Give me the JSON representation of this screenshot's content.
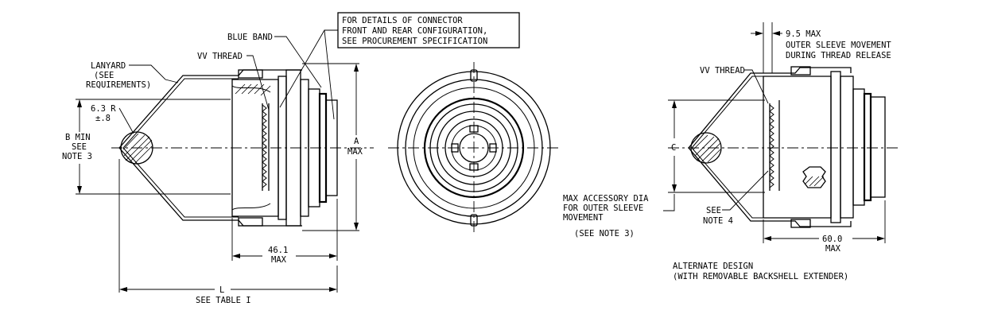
{
  "labels": {
    "blue_band": "BLUE BAND",
    "details_line1": "FOR DETAILS OF CONNECTOR",
    "details_line2": "FRONT AND REAR CONFIGURATION,",
    "details_line3": "SEE PROCUREMENT SPECIFICATION",
    "vv_thread_left": "VV THREAD",
    "lanyard_line1": "LANYARD",
    "lanyard_line2": "(SEE",
    "lanyard_line3": "REQUIREMENTS)",
    "radius_value": "6.3 R",
    "radius_tol": "±.8",
    "b_min_line1": "B MIN",
    "b_min_line2": "SEE",
    "b_min_line3": "NOTE 3",
    "a_max_line1": "A",
    "a_max_line2": "MAX",
    "dim_46_value": "46.1",
    "dim_46_max": "MAX",
    "l_line1": "L",
    "l_line2": "SEE TABLE I",
    "max_95_value": "9.5 MAX",
    "outer_sleeve_line1": "OUTER SLEEVE MOVEMENT",
    "outer_sleeve_line2": "DURING THREAD RELEASE",
    "vv_thread_right": "VV THREAD",
    "c_label": "C",
    "max_acc_line1": "MAX ACCESSORY DIA",
    "max_acc_line2": "FOR OUTER SLEEVE",
    "max_acc_line3": "MOVEMENT",
    "max_acc_line4": "(SEE NOTE 3)",
    "see_note4_line1": "SEE",
    "see_note4_line2": "NOTE 4",
    "dim_60_value": "60.0",
    "dim_60_max": "MAX",
    "alt_line1": "ALTERNATE DESIGN",
    "alt_line2": "(WITH REMOVABLE BACKSHELL EXTENDER)"
  }
}
